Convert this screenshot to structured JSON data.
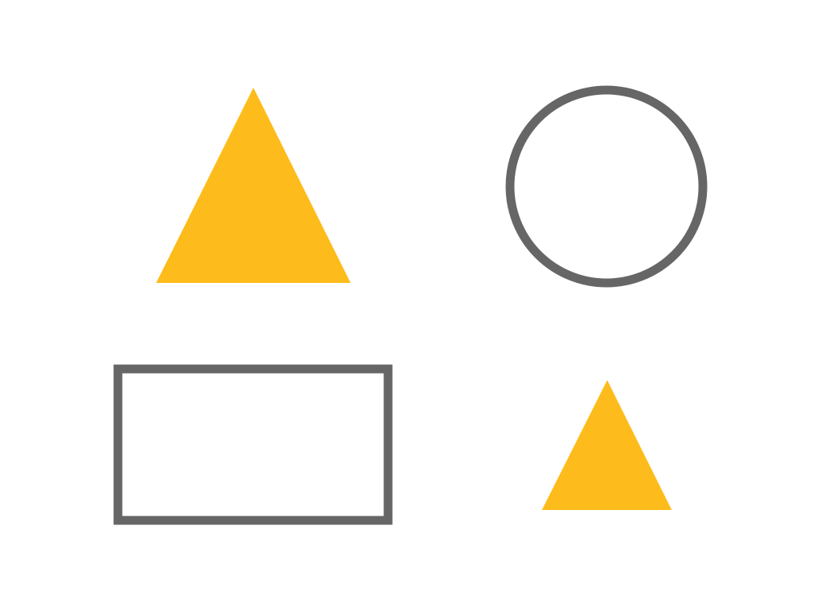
{
  "colors": {
    "background": "#ffffff",
    "fill_yellow": "#fdbc1b",
    "stroke_gray": "#666666"
  },
  "shapes": [
    {
      "name": "large-triangle",
      "type": "triangle",
      "style": "filled",
      "color": "#fdbc1b"
    },
    {
      "name": "circle-outline",
      "type": "circle",
      "style": "outline",
      "color": "#666666"
    },
    {
      "name": "rectangle-outline",
      "type": "rectangle",
      "style": "outline",
      "color": "#666666"
    },
    {
      "name": "small-triangle",
      "type": "triangle",
      "style": "filled",
      "color": "#fdbc1b"
    }
  ]
}
